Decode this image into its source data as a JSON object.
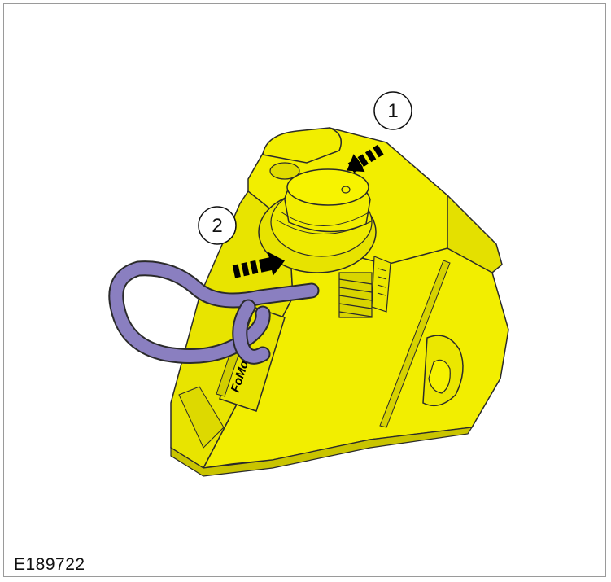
{
  "figure": {
    "id": "E189722",
    "callouts": [
      {
        "number": "1"
      },
      {
        "number": "2"
      }
    ],
    "brand_mark": "FoMoC",
    "colors": {
      "tool_body": "#f2ee00",
      "tool_shadow": "#c9c400",
      "retaining_pin": "#8a7fc0",
      "outline": "#2a2a2a",
      "arrow": "#000000"
    }
  }
}
